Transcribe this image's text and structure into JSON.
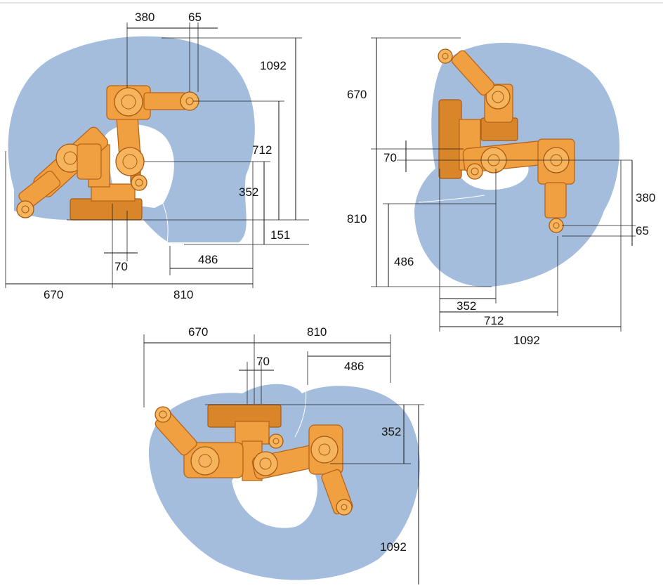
{
  "colors": {
    "work_envelope": "#a4bddc",
    "robot_body": "#f0a040",
    "dimension_lines": "#111111",
    "background": "#ffffff"
  },
  "views": {
    "side": {
      "dims": {
        "top_a": "380",
        "top_b": "65",
        "height_total": "1092",
        "height_mid": "712",
        "height_low": "352",
        "base_offset": "151",
        "inner_radius": "486",
        "base_width": "70",
        "left_reach": "670",
        "right_reach": "810"
      }
    },
    "rear": {
      "dims": {
        "upper": "670",
        "small": "70",
        "lower": "810",
        "inner": "486",
        "right_a": "380",
        "right_b": "65",
        "bottom_a": "352",
        "bottom_b": "712",
        "bottom_c": "1092"
      }
    },
    "top": {
      "dims": {
        "left_reach": "670",
        "right_reach": "810",
        "small": "70",
        "inner": "486",
        "radius_a": "352",
        "radius_total": "1092"
      }
    }
  }
}
